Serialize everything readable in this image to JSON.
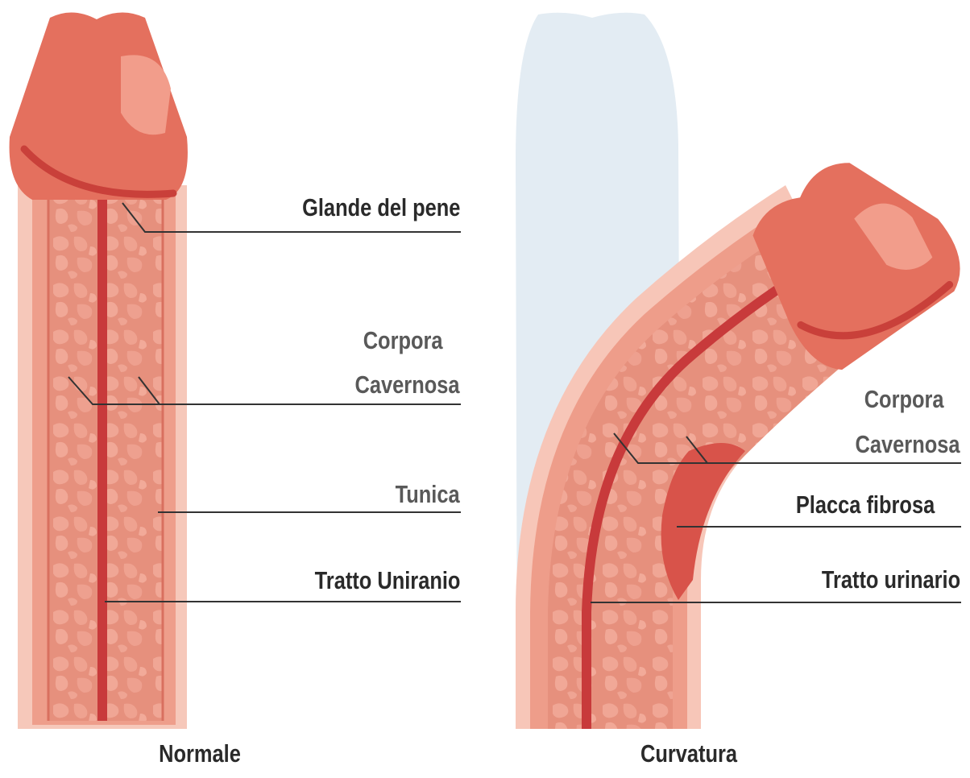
{
  "labels": {
    "glande": "Glande del pene",
    "corpora_1": "Corpora",
    "cavernosa_1": "Cavernosa",
    "tunica": "Tunica",
    "tratto_1": "Tratto Uniranio",
    "corpora_2": "Corpora",
    "cavernosa_2": "Cavernosa",
    "placca": "Placca fibrosa",
    "tratto_2": "Tratto urinario"
  },
  "captions": {
    "left": "Normale",
    "right": "Curvatura"
  },
  "colors": {
    "glans": "#e5705f",
    "glans_highlight": "#f4a08e",
    "glans_shadow": "#cf4a40",
    "outer_skin": "#f6c7b9",
    "tunica": "#ee9f8c",
    "tissue": "#e58c7a",
    "tissue_blob": "#ef9f8e",
    "septum": "#c93a3a",
    "plaque": "#d9534a",
    "ghost_shape": "#e4edf4",
    "leader_line": "#333333"
  }
}
